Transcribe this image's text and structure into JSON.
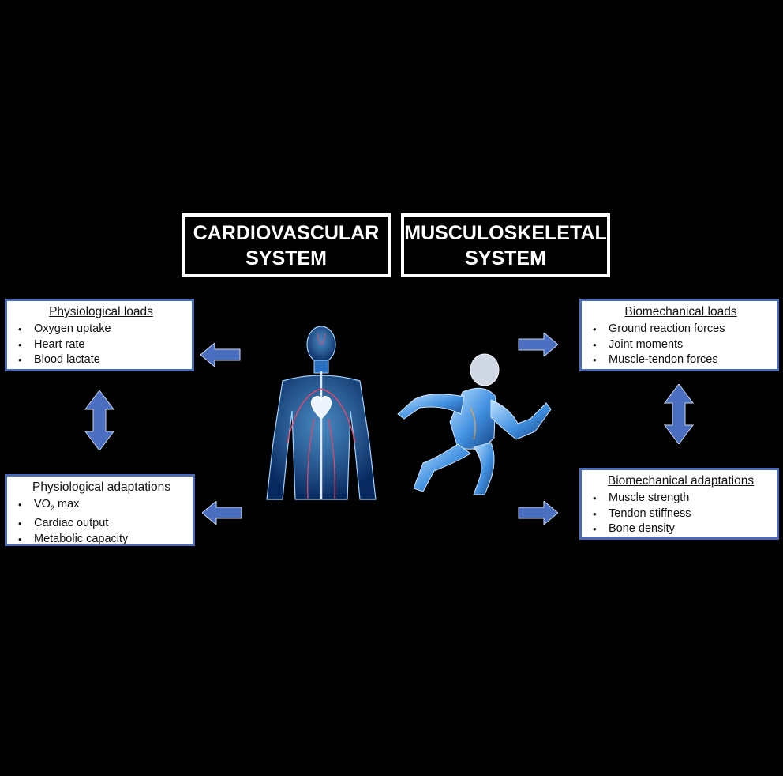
{
  "systems": {
    "cardiovascular": [
      "CARDIOVASCULAR",
      "SYSTEM"
    ],
    "musculoskeletal": [
      "MUSCULOSKELETAL",
      "SYSTEM"
    ]
  },
  "boxes": {
    "physiological_loads": {
      "title": "Physiological loads",
      "items": [
        "Oxygen uptake",
        "Heart rate",
        "Blood lactate"
      ]
    },
    "physiological_adaptations": {
      "title": "Physiological adaptations",
      "vo2": {
        "prefix": "VO",
        "sub": "2",
        "suffix": " max"
      },
      "items": [
        "Cardiac output",
        "Metabolic capacity"
      ]
    },
    "biomechanical_loads": {
      "title": "Biomechanical loads",
      "items": [
        "Ground reaction forces",
        "Joint moments",
        "Muscle-tendon forces"
      ]
    },
    "biomechanical_adaptations": {
      "title": "Biomechanical adaptations",
      "items": [
        "Muscle strength",
        "Tendon stiffness",
        "Bone density"
      ]
    }
  },
  "colors": {
    "arrow": "#4a6fc0",
    "box_border": "#4a6bb8",
    "background": "#000000"
  }
}
